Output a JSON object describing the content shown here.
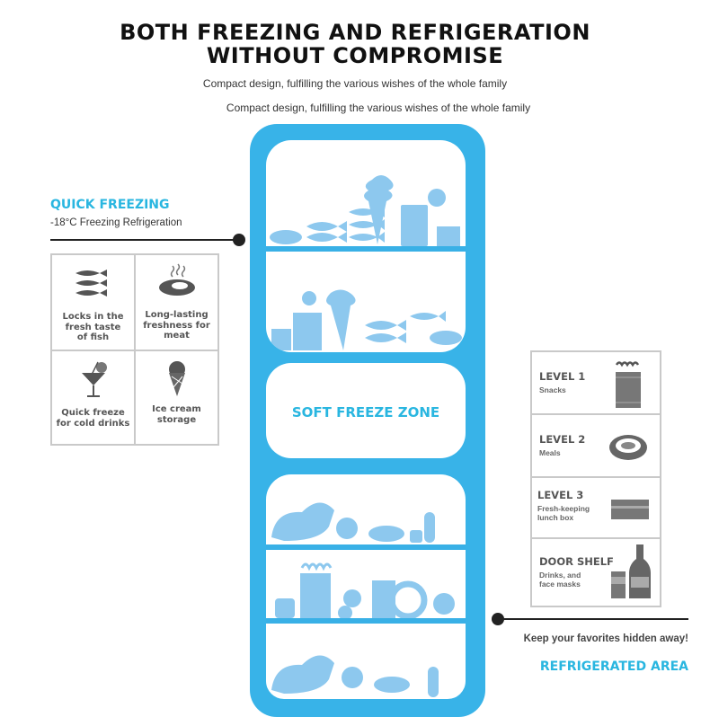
{
  "header": {
    "title_line1": "BOTH FREEZING AND REFRIGERATION",
    "title_line2": "WITHOUT COMPROMISE",
    "subtitle_1": "Compact design, fulfilling the various wishes of the whole family",
    "subtitle_2": "Compact design, fulfilling the various wishes of the whole family"
  },
  "quick_freezing": {
    "heading": "QUICK FREEZING",
    "subheading": "-18°C Freezing Refrigeration",
    "features": [
      {
        "label": "Locks in the fresh taste of fish",
        "icon": "fish-icon"
      },
      {
        "label": "Long-lasting freshness for meat",
        "icon": "meat-icon"
      },
      {
        "label": "Quick freeze for cold drinks",
        "icon": "cocktail-icon"
      },
      {
        "label": "Ice cream storage",
        "icon": "ice-cream-icon"
      }
    ]
  },
  "fridge": {
    "soft_zone_label": "SOFT FREEZE ZONE"
  },
  "levels": [
    {
      "title": "LEVEL 1",
      "sub": "Snacks",
      "icon": "snack-bag-icon"
    },
    {
      "title": "LEVEL 2",
      "sub": "Meals",
      "icon": "meal-plate-icon"
    },
    {
      "title": "LEVEL 3",
      "sub": "Fresh-keeping lunch box",
      "icon": "lunch-box-icon"
    },
    {
      "title": "DOOR SHELF",
      "sub": "Drinks, and face masks",
      "icon": "bottle-icon"
    }
  ],
  "refrigerated": {
    "tagline": "Keep your favorites hidden away!",
    "heading": "REFRIGERATED AREA"
  },
  "colors": {
    "accent": "#29b6e0",
    "fridge_body": "#38b3e8",
    "food_icons": "#8dc8ee",
    "grid_border": "#c9c9c9"
  }
}
